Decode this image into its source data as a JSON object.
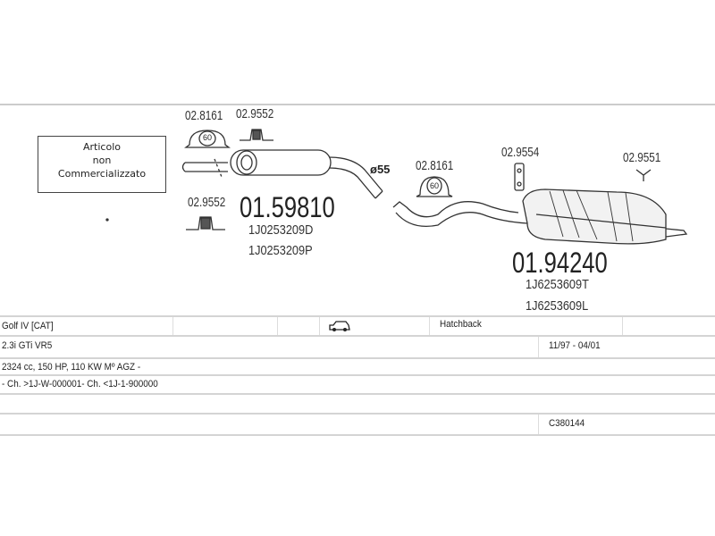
{
  "diagram": {
    "notice_lines": [
      "Articolo",
      "non",
      "Commercializzato"
    ],
    "front_section": {
      "clamp_code": "02.8161",
      "clamp_size": "60",
      "mount_top_code": "02.9552",
      "mount_bottom_code": "02.9552",
      "part_number": "01.59810",
      "oe_numbers": [
        "1J0253209D",
        "1J0253209P"
      ]
    },
    "pipe_diameter": "ø55",
    "rear_section": {
      "clamp_code": "02.8161",
      "clamp_size": "60",
      "hanger_code": "02.9554",
      "bracket_code": "02.9551",
      "part_number": "01.94240",
      "oe_numbers": [
        "1J6253609T",
        "1J6253609L"
      ]
    }
  },
  "vehicle_table": {
    "model": "Golf IV  [CAT]",
    "body_icon": "car-icon",
    "body_type": "Hatchback",
    "engine": "2.3i GTi VR5",
    "years": "11/97 - 04/01",
    "specs": "2324 cc, 150 HP, 110 KW Mº AGZ -",
    "chassis": "- Ch. >1J-W-000001- Ch. <1J-1-900000",
    "catalog_code": "C380144"
  }
}
